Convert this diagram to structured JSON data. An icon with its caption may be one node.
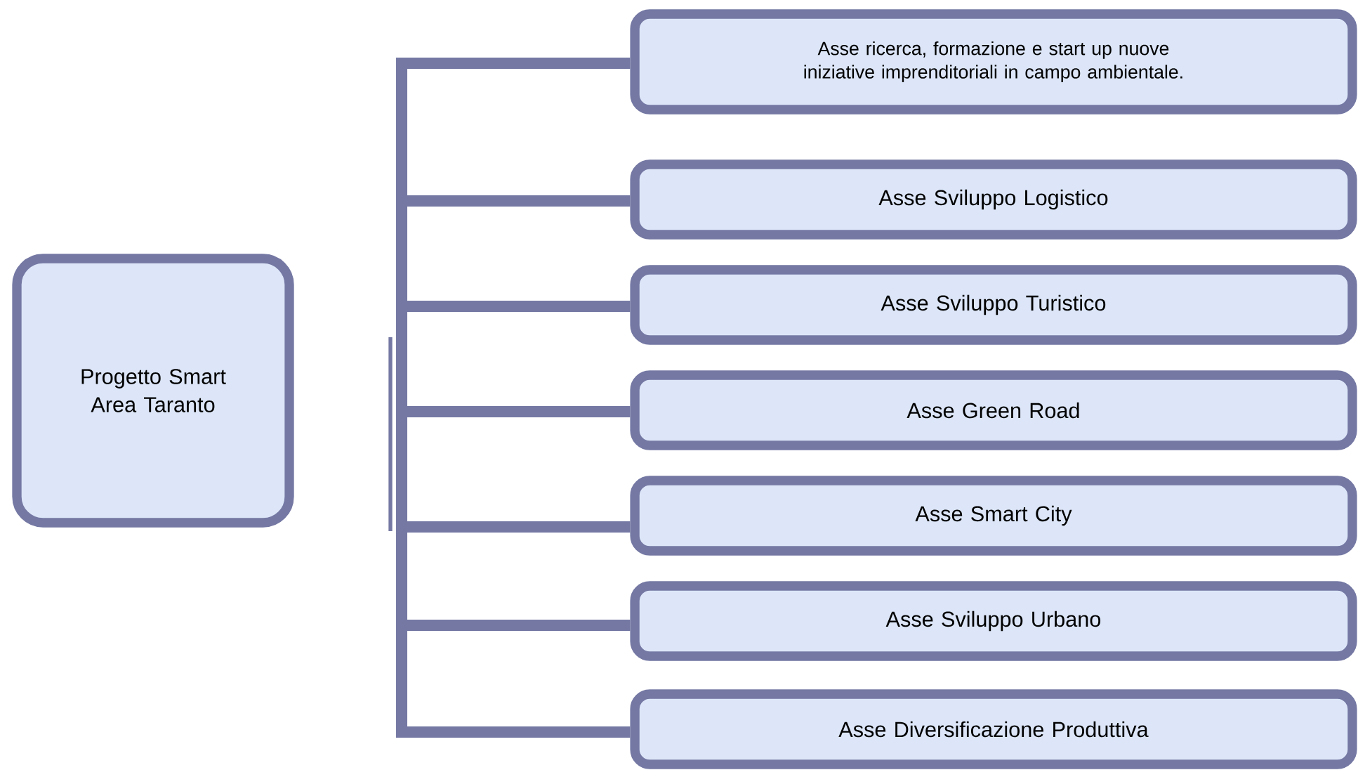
{
  "diagram": {
    "nodes": [
      {
        "text": [
          "Progetto Smart Area Taranto"
        ]
      },
      {
        "text": [
          "Asse ricerca, formazione e start up nuove iniziative imprenditoriali in campo ambientale."
        ]
      },
      {
        "text": [
          "Asse Sviluppo Logistico"
        ]
      },
      {
        "text": [
          "Asse Sviluppo Turistico"
        ]
      },
      {
        "text": [
          "Asse Green Road"
        ]
      },
      {
        "text": [
          "Asse Smart City"
        ]
      },
      {
        "text": [
          "Asse Sviluppo Urbano"
        ]
      },
      {
        "text": [
          "Asse Diversificazione Produttiva"
        ]
      }
    ],
    "edges": [
      {
        "from": null,
        "to": 1,
        "arrow": "none"
      },
      {
        "from": null,
        "to": 2,
        "arrow": "none"
      },
      {
        "from": null,
        "to": 3,
        "arrow": "none"
      },
      {
        "from": null,
        "to": 4,
        "arrow": "none"
      },
      {
        "from": null,
        "to": 5,
        "arrow": "none"
      },
      {
        "from": null,
        "to": 6,
        "arrow": "none"
      },
      {
        "from": null,
        "to": 7,
        "arrow": "none"
      }
    ]
  }
}
